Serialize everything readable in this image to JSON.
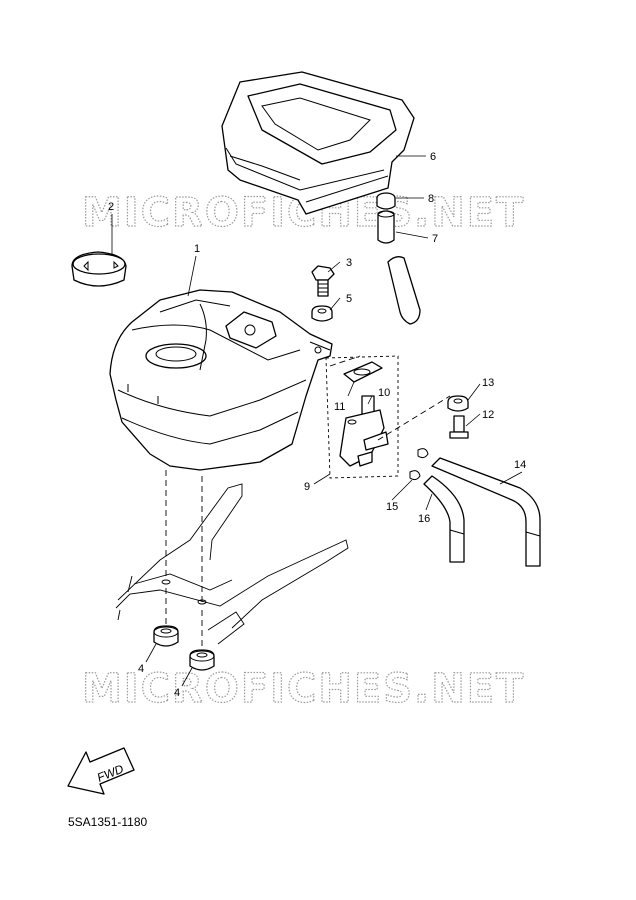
{
  "watermark": {
    "text": "MICROFICHES.NET",
    "color": "#9a9a9a"
  },
  "callouts": [
    {
      "id": "c1",
      "label": "1"
    },
    {
      "id": "c2",
      "label": "2"
    },
    {
      "id": "c3",
      "label": "3"
    },
    {
      "id": "c4a",
      "label": "4"
    },
    {
      "id": "c4b",
      "label": "4"
    },
    {
      "id": "c5",
      "label": "5"
    },
    {
      "id": "c6",
      "label": "6"
    },
    {
      "id": "c7",
      "label": "7"
    },
    {
      "id": "c8",
      "label": "8"
    },
    {
      "id": "c9",
      "label": "9"
    },
    {
      "id": "c10",
      "label": "10"
    },
    {
      "id": "c11",
      "label": "11"
    },
    {
      "id": "c12",
      "label": "12"
    },
    {
      "id": "c13",
      "label": "13"
    },
    {
      "id": "c14",
      "label": "14"
    },
    {
      "id": "c15",
      "label": "15"
    },
    {
      "id": "c16",
      "label": "16"
    }
  ],
  "fwd_arrow": {
    "label": "FWD"
  },
  "diagram_code": "5SA1351-1180",
  "icons": [
    "fwd-arrow-icon"
  ]
}
